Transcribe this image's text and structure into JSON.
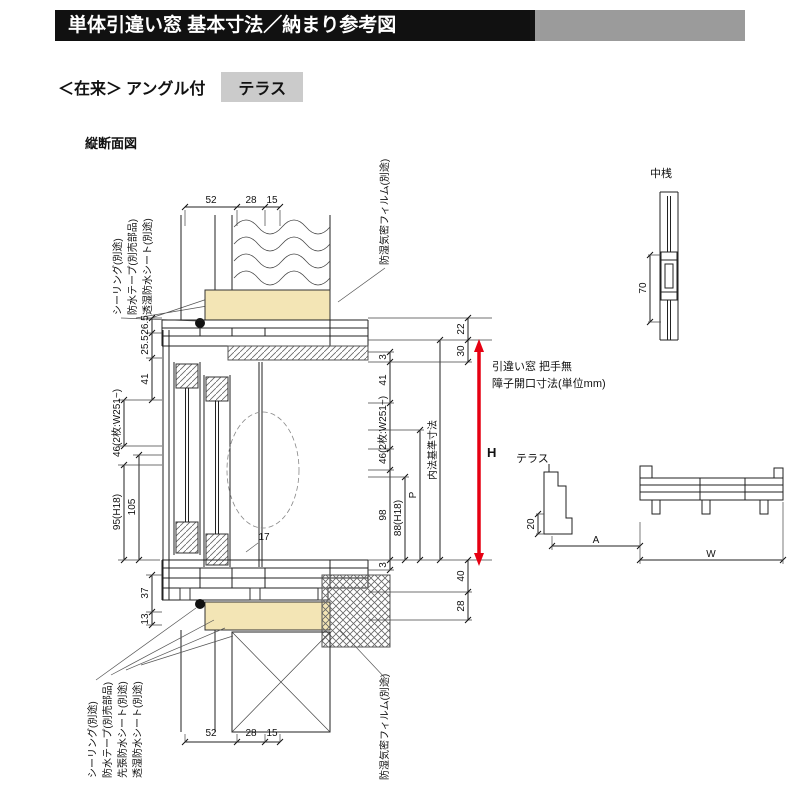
{
  "header": {
    "title": "単体引違い窓 基本寸法／納まり参考図"
  },
  "subheader": {
    "prefix": "＜在来＞",
    "type": "アングル付",
    "badge": "テラス"
  },
  "section_label": "縦断面図",
  "callouts": {
    "sealing": "シーリング(別途)",
    "tape": "防水テープ(別売部品)",
    "sheet": "透湿防水シート(別途)",
    "sakibari": "先張防水シート(別途)",
    "film": "防湿気密フィルム(別途)"
  },
  "dims": {
    "d52": "52",
    "d28": "28",
    "d15": "15",
    "d265": "26.5",
    "d255": "25.5",
    "d41": "41",
    "d46": "46(2枚:W251~)",
    "d95": "95(H18)",
    "d105": "105",
    "d17": "17",
    "d37": "37",
    "d13": "13",
    "d3": "3",
    "d98": "98",
    "d88": "88(H18)",
    "dP": "P",
    "uchinori": "内法基準寸法",
    "d22": "22",
    "d30": "30",
    "dH": "H",
    "d40": "40",
    "d28b": "28",
    "d70": "70",
    "d20": "20",
    "dA": "A",
    "dW": "W"
  },
  "note": {
    "line1": "引違い窓 把手無",
    "line2": "障子開口寸法(単位mm)"
  },
  "details": {
    "nakazan": "中桟",
    "terrace": "テラス"
  },
  "colors": {
    "accent_red": "#e60012",
    "seal_yellow": "#f3e5b5",
    "bar_black": "#111111",
    "bar_gray": "#9b9b9b",
    "badge_gray": "#cbcbcb"
  }
}
